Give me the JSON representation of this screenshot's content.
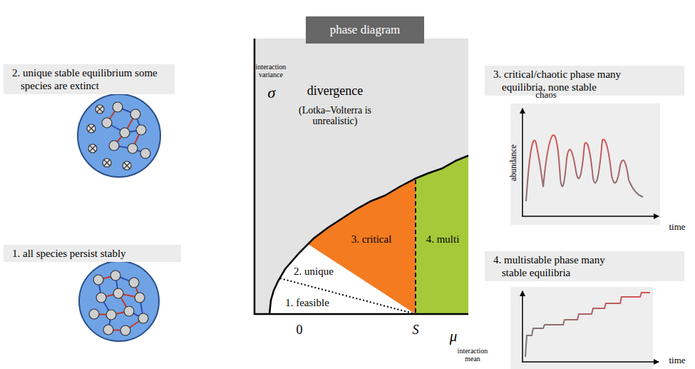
{
  "diagram": {
    "title": "phase diagram",
    "nodes": [
      {
        "text": [
          "2. unique stable equilibrium some species are extinct"
        ]
      },
      {
        "text": [
          "3. critical/chaotic phase many equilibria, none stable"
        ]
      },
      {
        "text": [
          "1. all species persist stably"
        ]
      },
      {
        "text": [
          "4. multistable phase many stable equilibria"
        ]
      }
    ],
    "labels": [
      "interaction variance",
      "σ",
      "divergence",
      "(Lotka–Volterra is unrealistic)",
      "3. critical",
      "4. multi",
      "2. unique",
      "1. feasible",
      "0",
      "S",
      "μ",
      "interaction mean",
      "chaos",
      "abundance",
      "time",
      "time"
    ]
  }
}
